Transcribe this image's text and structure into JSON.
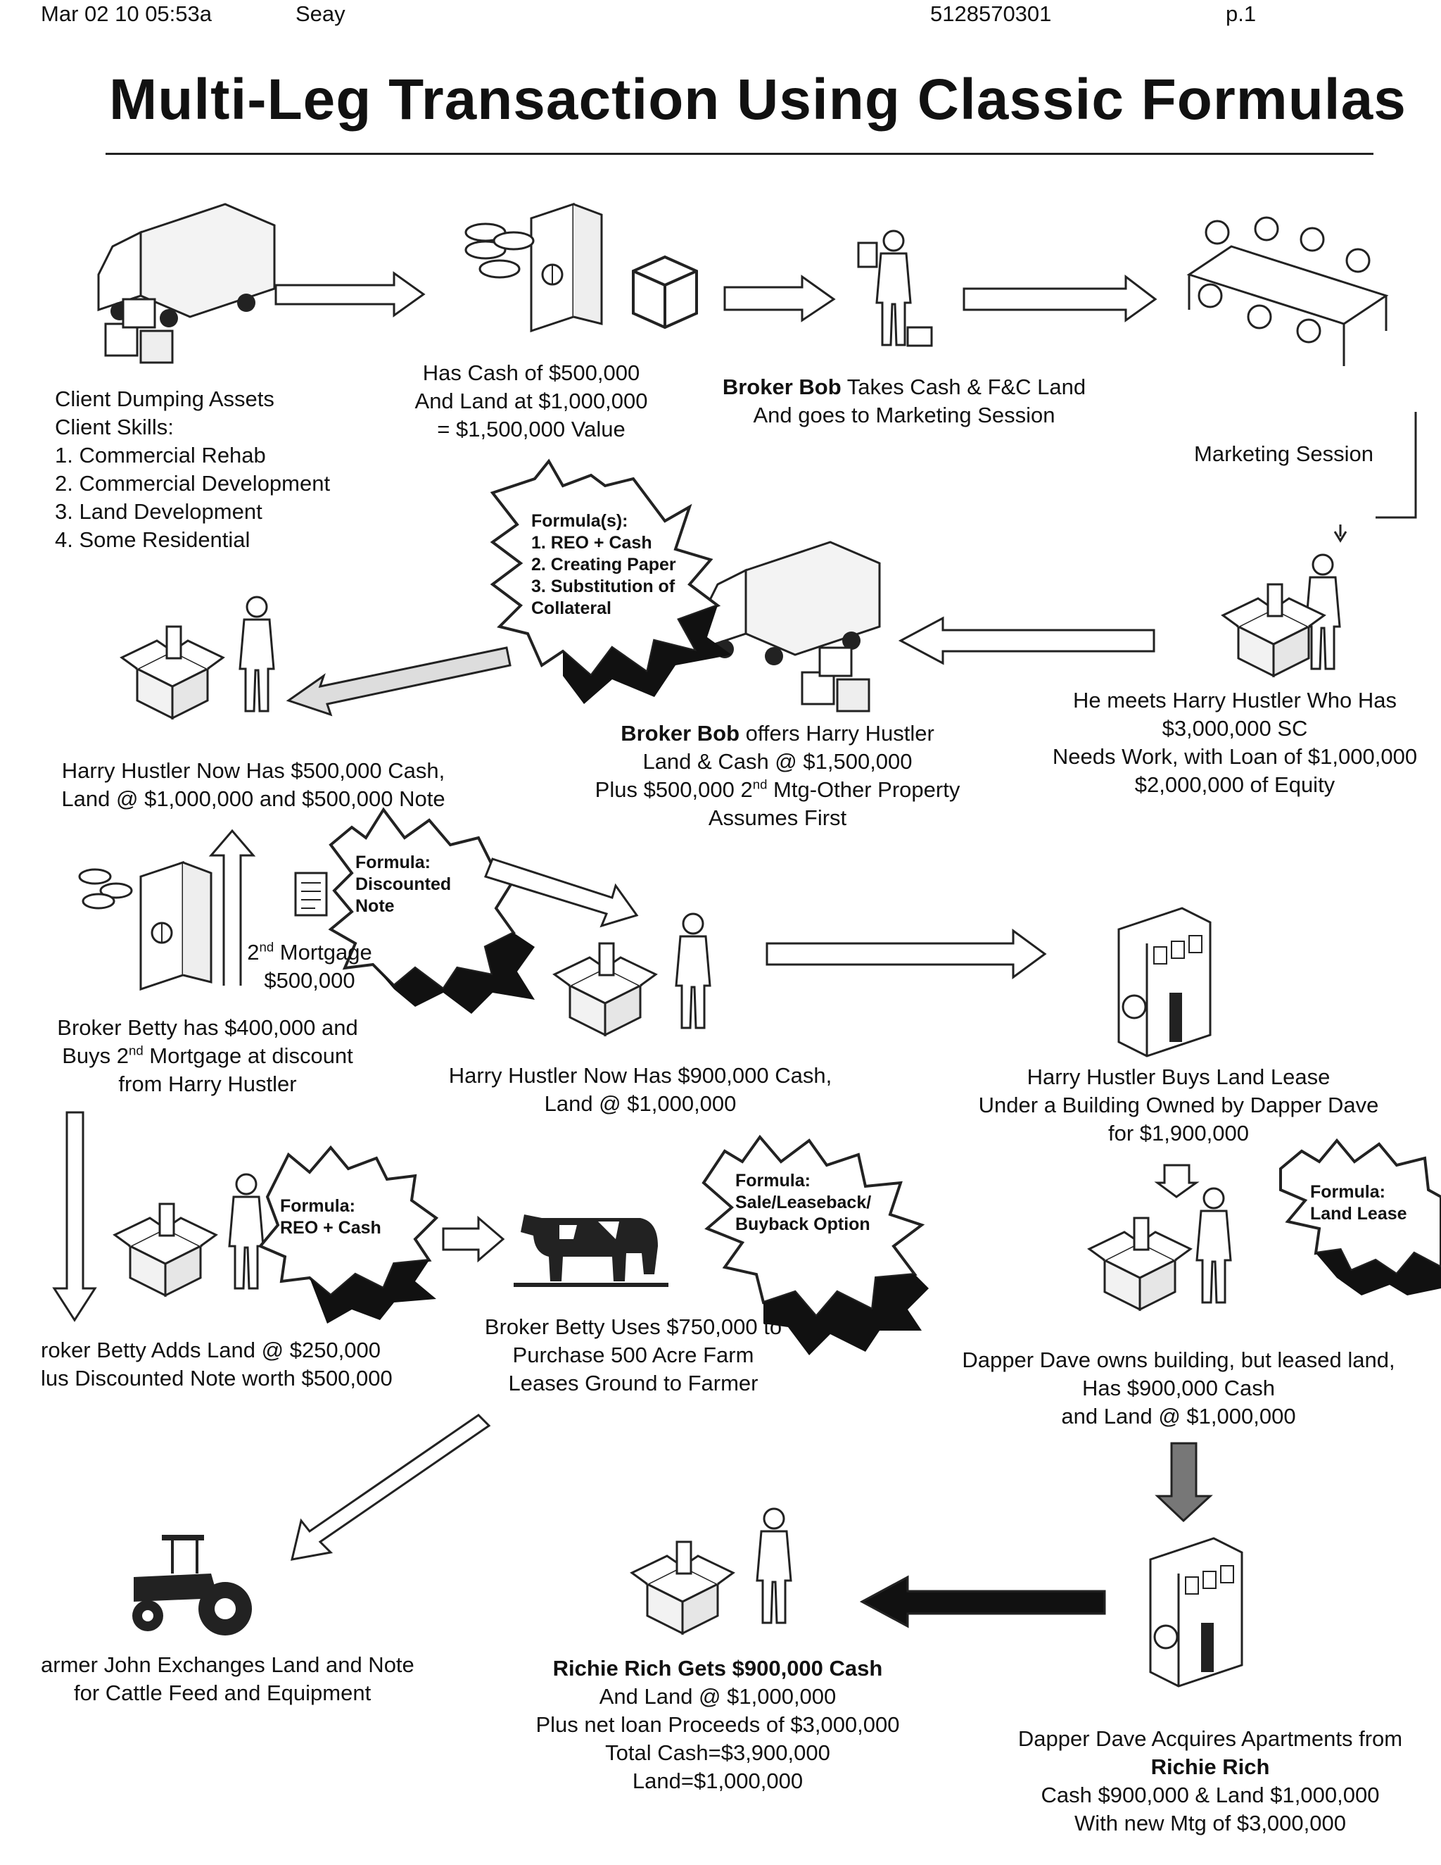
{
  "header": {
    "date": "Mar 02 10 05:53a",
    "sender": "Seay",
    "fax": "5128570301",
    "page": "p.1"
  },
  "title": "Multi-Leg Transaction Using Classic Formulas",
  "client": {
    "line1": "Client Dumping Assets",
    "line2": "Client Skills:",
    "skills": [
      "1. Commercial Rehab",
      "2. Commercial Development",
      "3. Land Development",
      "4. Some Residential"
    ]
  },
  "has_cash": [
    "Has Cash of $500,000",
    "And Land at $1,000,000",
    "= $1,500,000 Value"
  ],
  "broker_bob_takes": {
    "name": "Broker Bob",
    "rest": " Takes Cash & F&C Land",
    "line2": "And goes to Marketing Session"
  },
  "marketing": "Marketing Session",
  "formula1": {
    "title": "Formula(s):",
    "items": [
      "1. REO + Cash",
      "2. Creating Paper",
      "3. Substitution of",
      "Collateral"
    ]
  },
  "harry_meets": [
    "He meets Harry Hustler Who Has",
    "$3,000,000 SC",
    "Needs Work, with Loan of $1,000,000",
    "$2,000,000 of Equity"
  ],
  "bob_offers": {
    "name": "Broker Bob",
    "rest": " offers Harry Hustler",
    "line2": "Land & Cash @ $1,500,000",
    "line3a": "Plus $500,000 2",
    "line3sup": "nd",
    "line3b": " Mtg-Other Property",
    "line4": "Assumes First"
  },
  "harry_now1": [
    "Harry Hustler Now Has $500,000 Cash,",
    "Land @ $1,000,000 and $500,000 Note"
  ],
  "formula2": {
    "title": "Formula:",
    "items": [
      "Discounted",
      "Note"
    ]
  },
  "mortgage": {
    "a": "2",
    "sup": "nd",
    "b": " Mortgage",
    "amount": "$500,000"
  },
  "betty_buys": {
    "line1": "Broker Betty has $400,000 and",
    "line2a": "Buys 2",
    "line2sup": "nd",
    "line2b": " Mortgage at discount",
    "line3": "from Harry Hustler"
  },
  "harry_now2": [
    "Harry Hustler Now Has $900,000 Cash,",
    "Land @ $1,000,000"
  ],
  "harry_buys": [
    "Harry Hustler Buys Land Lease",
    "Under a Building Owned by Dapper Dave",
    "for $1,900,000"
  ],
  "formula3": {
    "title": "Formula:",
    "items": [
      "REO + Cash"
    ]
  },
  "formula4": {
    "title": "Formula:",
    "items": [
      "Sale/Leaseback/",
      "Buyback Option"
    ]
  },
  "formula5": {
    "title": "Formula:",
    "items": [
      "Land Lease"
    ]
  },
  "betty_adds": [
    "roker Betty Adds Land @ $250,000",
    "lus Discounted Note worth $500,000"
  ],
  "betty_uses": [
    "Broker Betty Uses $750,000 to",
    "Purchase 500 Acre Farm",
    "Leases Ground to Farmer"
  ],
  "dave_owns": [
    "Dapper Dave owns building, but leased land,",
    "Has $900,000 Cash",
    "and Land @ $1,000,000"
  ],
  "farmer": [
    "armer John Exchanges Land and Note",
    "for Cattle Feed and Equipment"
  ],
  "richie": [
    "Richie Rich Gets $900,000 Cash",
    "And Land @ $1,000,000",
    "Plus net loan Proceeds of $3,000,000",
    "Total Cash=$3,900,000",
    "Land=$1,000,000"
  ],
  "dave_acquires": [
    "Dapper Dave Acquires Apartments from",
    "Richie Rich",
    "Cash $900,000 & Land $1,000,000",
    "With new Mtg of $3,000,000"
  ]
}
